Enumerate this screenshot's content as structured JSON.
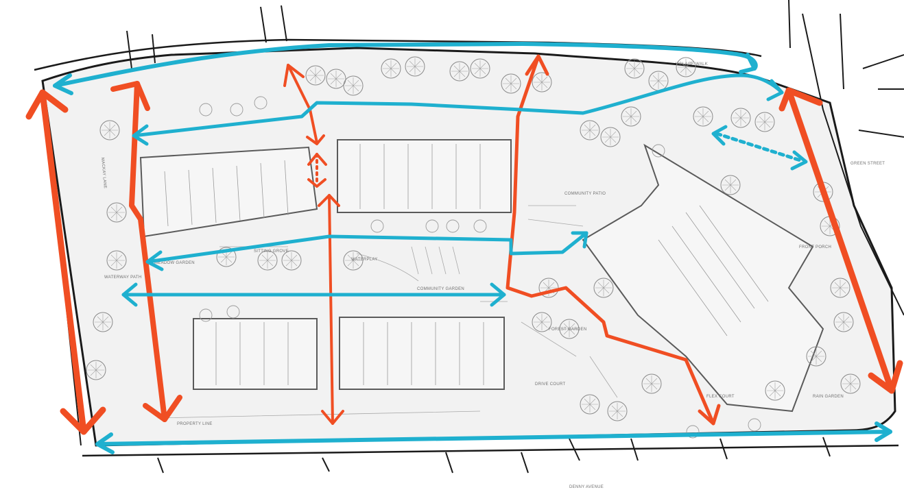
{
  "colors": {
    "background": "#ffffff",
    "site_fill": "#f2f2f2",
    "linework": "#1a1a1a",
    "building": "#5a5a5a",
    "tree": "#8a8a8a",
    "red_path": "#f04e23",
    "blue_path": "#1fb0cf"
  },
  "labels": {
    "village_walk": "VILLAGE WALK",
    "community_garden": "COMMUNITY GARDEN",
    "meadow_garden": "MEADOW GARDEN",
    "waterway_path": "WATERWAY PATH",
    "forest_garden": "FOREST GARDEN",
    "drive_court": "DRIVE COURT",
    "waterplay": "WATERPLAY",
    "sitting_grove": "SITTING GROVE",
    "community_patio": "COMMUNITY PATIO",
    "flex_court": "FLEX COURT",
    "rain_garden": "RAIN GARDEN",
    "front_porch": "FRONT PORCH",
    "green_street": "GREEN STREET",
    "mackay_lane": "MACKAY LANE",
    "property_line": "PROPERTY LINE",
    "street_name": "DENNY AVENUE"
  },
  "icons": {
    "tree": "tree-canopy-icon",
    "arrowhead": "arrowhead-icon"
  }
}
